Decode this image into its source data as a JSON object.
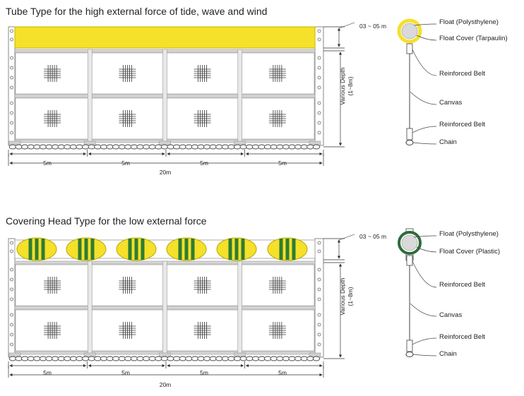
{
  "sections": [
    {
      "title": "Tube Type for the high external force of tide, wave and wind",
      "float_style": "tube",
      "float_color": "#f5e02a",
      "float_cover_color": "#f5e02a",
      "span_labels": [
        "5m",
        "5m",
        "5m",
        "5m"
      ],
      "total_label": "20m",
      "top_dim_label": "03 ~ 05 m",
      "depth_label_line1": "Various Depth",
      "depth_label_line2": "(1~8m)",
      "legend": {
        "float": "Float (Polysthylene)",
        "float_cover": "Float Cover (Tarpaulin)",
        "reinforced_belt_top": "Reinforced Belt",
        "canvas": "Canvas",
        "reinforced_belt_bottom": "Reinforced Belt",
        "chain": "Chain"
      }
    },
    {
      "title": "Covering Head Type for the low external force",
      "float_style": "heads",
      "float_color": "#f5e02a",
      "float_stripe_color": "#2e7d32",
      "float_cover_color": "#2e6b3a",
      "span_labels": [
        "5m",
        "5m",
        "5m",
        "5m"
      ],
      "total_label": "20m",
      "top_dim_label": "03 ~ 05 m",
      "depth_label_line1": "Various Depth",
      "depth_label_line2": "(1~8m)",
      "legend": {
        "float": "Float (Polysthylene)",
        "float_cover": "Float Cover (Plastic)",
        "reinforced_belt_top": "Reinforced Belt",
        "canvas": "Canvas",
        "reinforced_belt_bottom": "Reinforced Belt",
        "chain": "Chain"
      }
    }
  ]
}
